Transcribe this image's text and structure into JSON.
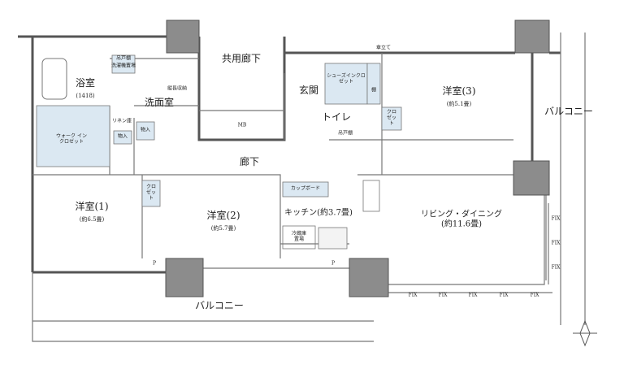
{
  "rooms": {
    "bathroom": {
      "name": "浴室",
      "size": "(1418)"
    },
    "washroom": "洗面室",
    "common_corridor": "共用廊下",
    "mb": "MB",
    "entrance": "玄関",
    "shoes_closet": "シューズインクロゼット",
    "toilet": "トイレ",
    "western3": {
      "name": "洋室(3)",
      "size": "(約5.1畳)"
    },
    "balcony_right": "バルコニー",
    "hallway": "廊下",
    "western1": {
      "name": "洋室(1)",
      "size": "(約6.5畳)"
    },
    "western2": {
      "name": "洋室(2)",
      "size": "(約5.7畳)"
    },
    "kitchen": "キッチン(約3.7畳)",
    "living": {
      "name": "リビング・ダイニング",
      "size": "(約11.6畳)"
    },
    "balcony_bottom": "バルコニー"
  },
  "fixtures": {
    "hanging_cabinet": "吊戸棚",
    "washer_space": "洗濯機置場",
    "storage": "縦長収納",
    "linen": "リネン庫",
    "storage_a": "物入",
    "storage_b": "物入",
    "walk_in_closet": "ウォーク イン クロゼット",
    "umbrella_stand": "傘立て",
    "shelf": "棚",
    "toilet_cabinet": "吊戸棚",
    "closet3": "クロ ゼット",
    "closet2": "クロ ゼット",
    "cupboard": "カップボード",
    "fridge": "冷蔵庫 置場",
    "pipe1": "P",
    "pipe2": "P"
  },
  "fix_labels": [
    "FIX",
    "FIX",
    "FIX",
    "FIX",
    "FIX",
    "FIX",
    "FIX",
    "FIX"
  ],
  "colors": {
    "wall": "#555555",
    "column": "#8c8c8c",
    "storage_fill": "#dbe8f2"
  }
}
